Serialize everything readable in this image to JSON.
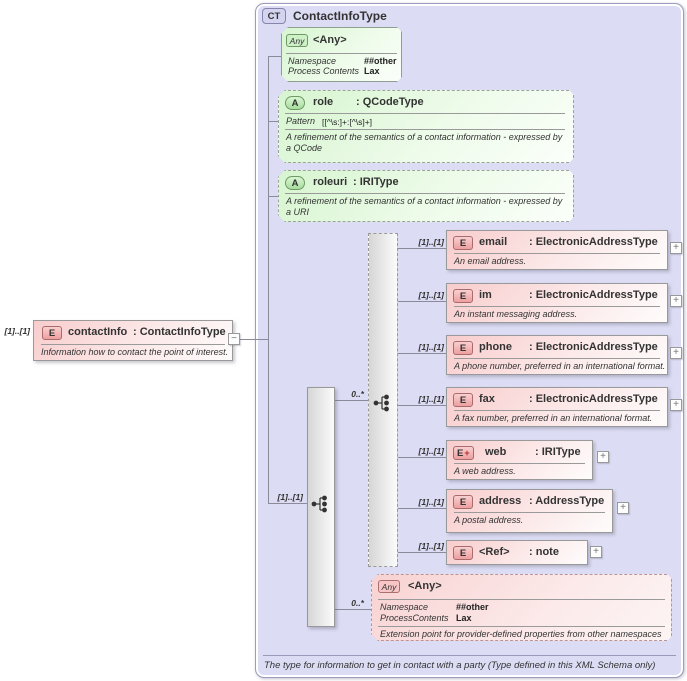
{
  "icons": {
    "collapse_glyph": "−",
    "expand_glyph": "+"
  },
  "header": {
    "badge": "CT",
    "title": "ContactInfoType"
  },
  "footer": {
    "text": "The type for information to get in contact with a party (Type defined in this XML Schema only)"
  },
  "source_element": {
    "cardinality": "[1]..[1]",
    "badge": "E",
    "name": "contactInfo",
    "type": ": ContactInfoType",
    "description": "Information how to contact the point of interest."
  },
  "attribute_wildcard": {
    "badge": "Any",
    "title": "<Any>",
    "properties": [
      {
        "label": "Namespace",
        "value": "##other"
      },
      {
        "label": "Process Contents",
        "value": "Lax"
      }
    ]
  },
  "attributes": [
    {
      "badge": "A",
      "name": "role",
      "type": ": QCodeType",
      "facet_label": "Pattern",
      "facet_value": "[[^\\s:]+:[^\\s]+]",
      "description": "A refinement of the semantics of a contact information - expressed by a QCode"
    },
    {
      "badge": "A",
      "name": "roleuri",
      "type": ": IRIType",
      "description": "A refinement of the semantics of a contact information - expressed by a URI"
    }
  ],
  "model": {
    "sequence_cardinality": "[1]..[1]",
    "choice_cardinality": "0..*",
    "wildcard_cardinality": "0..*",
    "elements": [
      {
        "cardinality": "[1]..[1]",
        "badge": "E",
        "name": "email",
        "type": ": ElectronicAddressType",
        "description": "An email address."
      },
      {
        "cardinality": "[1]..[1]",
        "badge": "E",
        "name": "im",
        "type": ": ElectronicAddressType",
        "description": "An instant messaging address."
      },
      {
        "cardinality": "[1]..[1]",
        "badge": "E",
        "name": "phone",
        "type": ": ElectronicAddressType",
        "description": "A phone number, preferred in an international format."
      },
      {
        "cardinality": "[1]..[1]",
        "badge": "E",
        "name": "fax",
        "type": ": ElectronicAddressType",
        "description": "A fax number, preferred in an international format."
      },
      {
        "cardinality": "[1]..[1]",
        "badge": "E",
        "badge_plus": "+",
        "name": "web",
        "type": ": IRIType",
        "description": "A web address."
      },
      {
        "cardinality": "[1]..[1]",
        "badge": "E",
        "name": "address",
        "type": ": AddressType",
        "description": "A postal address."
      },
      {
        "cardinality": "[1]..[1]",
        "badge": "E",
        "name": "<Ref>",
        "type": ": note"
      }
    ],
    "element_wildcard": {
      "badge": "Any",
      "title": "<Any>",
      "properties": [
        {
          "label": "Namespace",
          "value": "##other"
        },
        {
          "label": "ProcessContents",
          "value": "Lax"
        }
      ],
      "description": "Extension point for provider-defined properties from other namespaces"
    }
  }
}
